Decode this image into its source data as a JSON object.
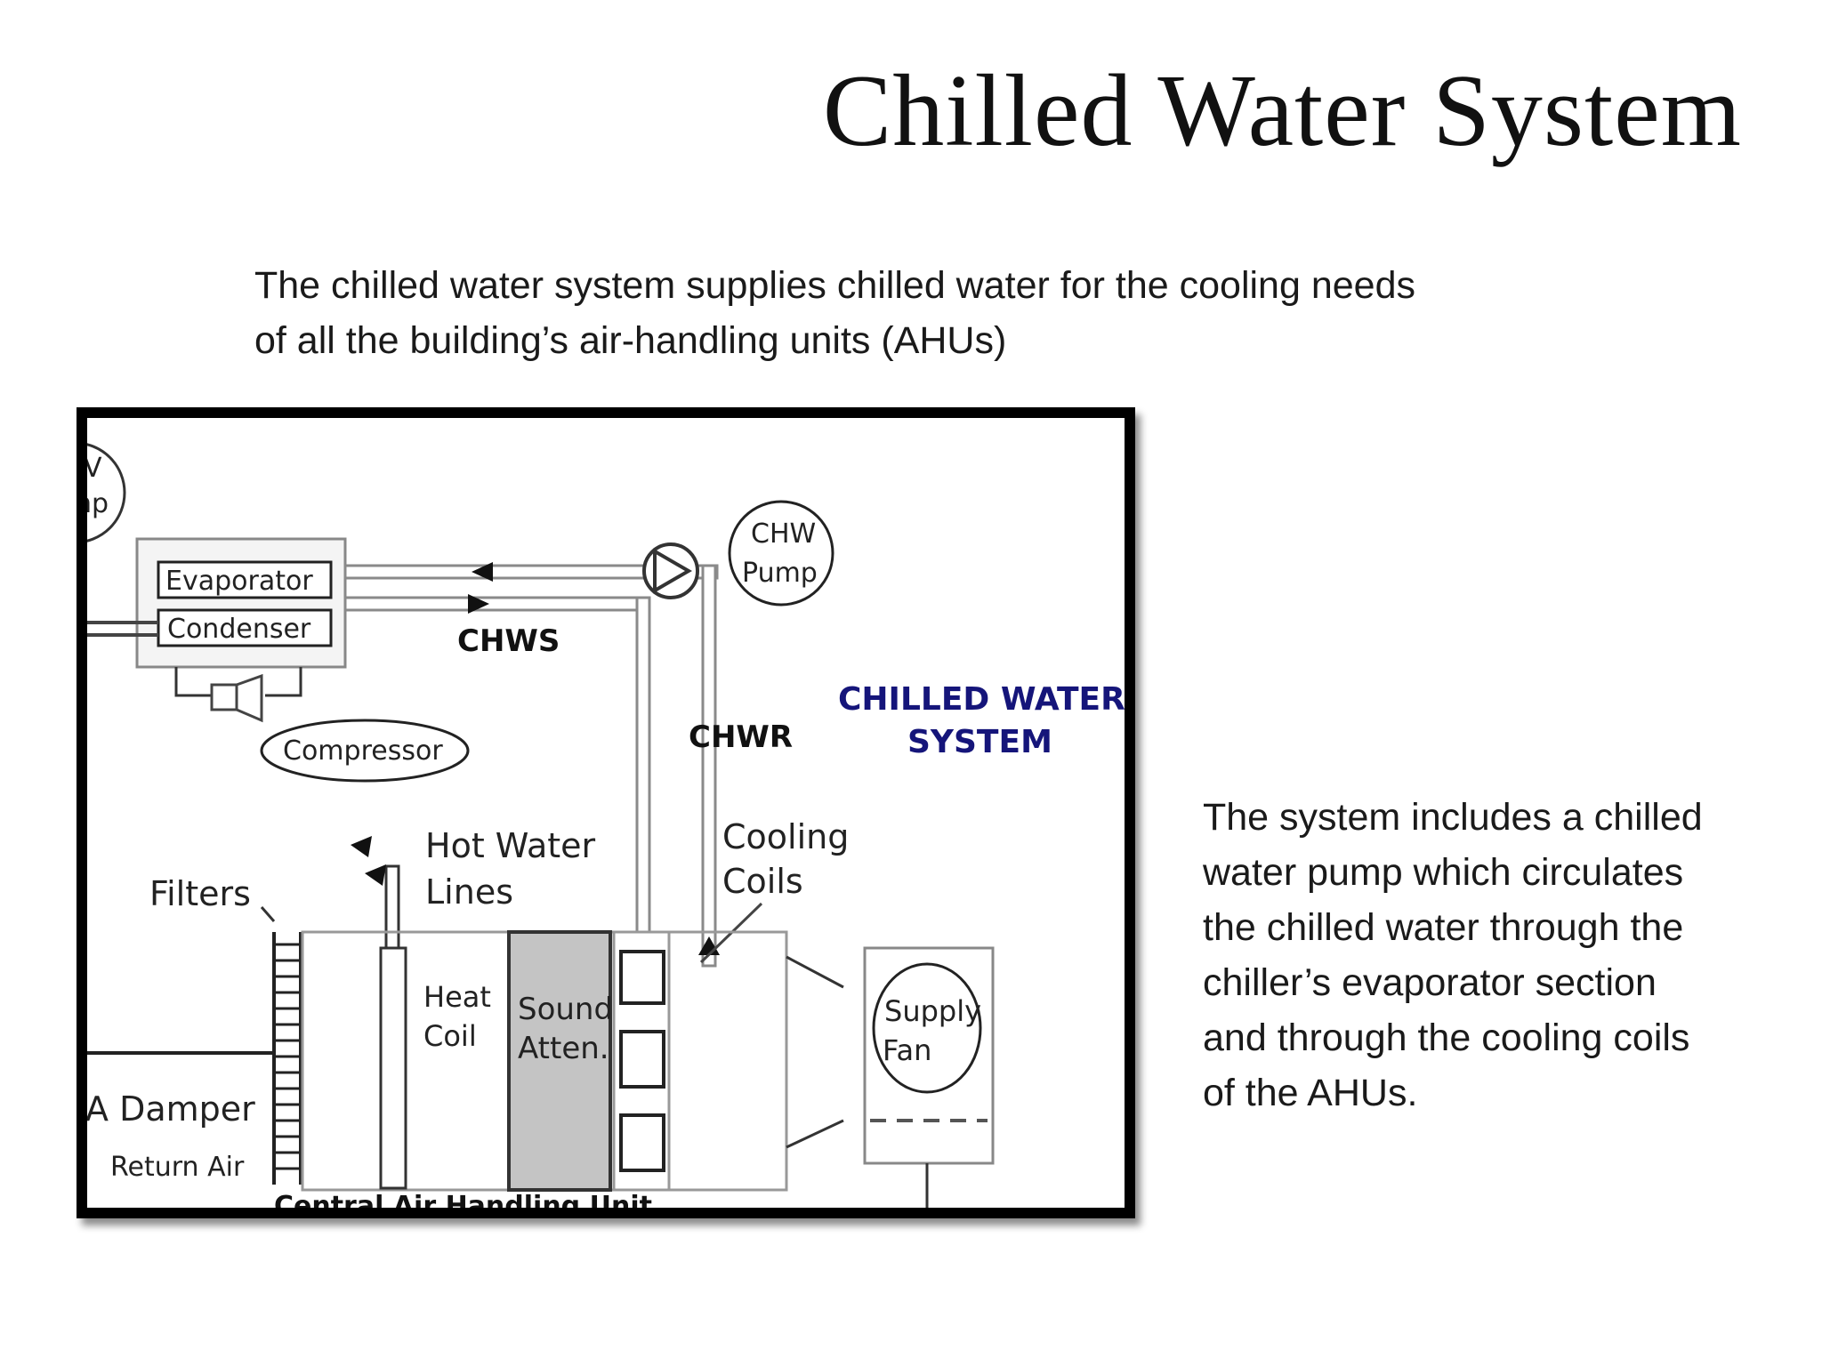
{
  "slide": {
    "title": "Chilled Water System",
    "intro_lines": [
      "The chilled water system supplies chilled water for the cooling needs",
      "of all the building’s air-handling units (AHUs)"
    ],
    "side_lines": [
      "The system includes a chilled",
      "water pump which circulates",
      "the chilled water through the",
      "chiller’s evaporator section",
      "and through the cooling coils",
      "of the AHUs."
    ]
  },
  "diagram": {
    "partial_pump_top": "V",
    "partial_pump_bottom": "np",
    "evaporator": "Evaporator",
    "condenser": "Condenser",
    "compressor": "Compressor",
    "chws": "CHWS",
    "chwr": "CHWR",
    "chw_pump_line1": "CHW",
    "chw_pump_line2": "Pump",
    "system_line1": "CHILLED WATER",
    "system_line2": "SYSTEM",
    "hot_water_line1": "Hot Water",
    "hot_water_line2": "Lines",
    "cooling_line1": "Cooling",
    "cooling_line2": "Coils",
    "filters": "Filters",
    "heat_line1": "Heat",
    "heat_line2": "Coil",
    "sound_line1": "Sound",
    "sound_line2": "Atten.",
    "supply_line1": "Supply",
    "supply_line2": "Fan",
    "damper": "A Damper",
    "return_air": "Return Air",
    "ahu_caption": "Central Air Handling Unit"
  }
}
